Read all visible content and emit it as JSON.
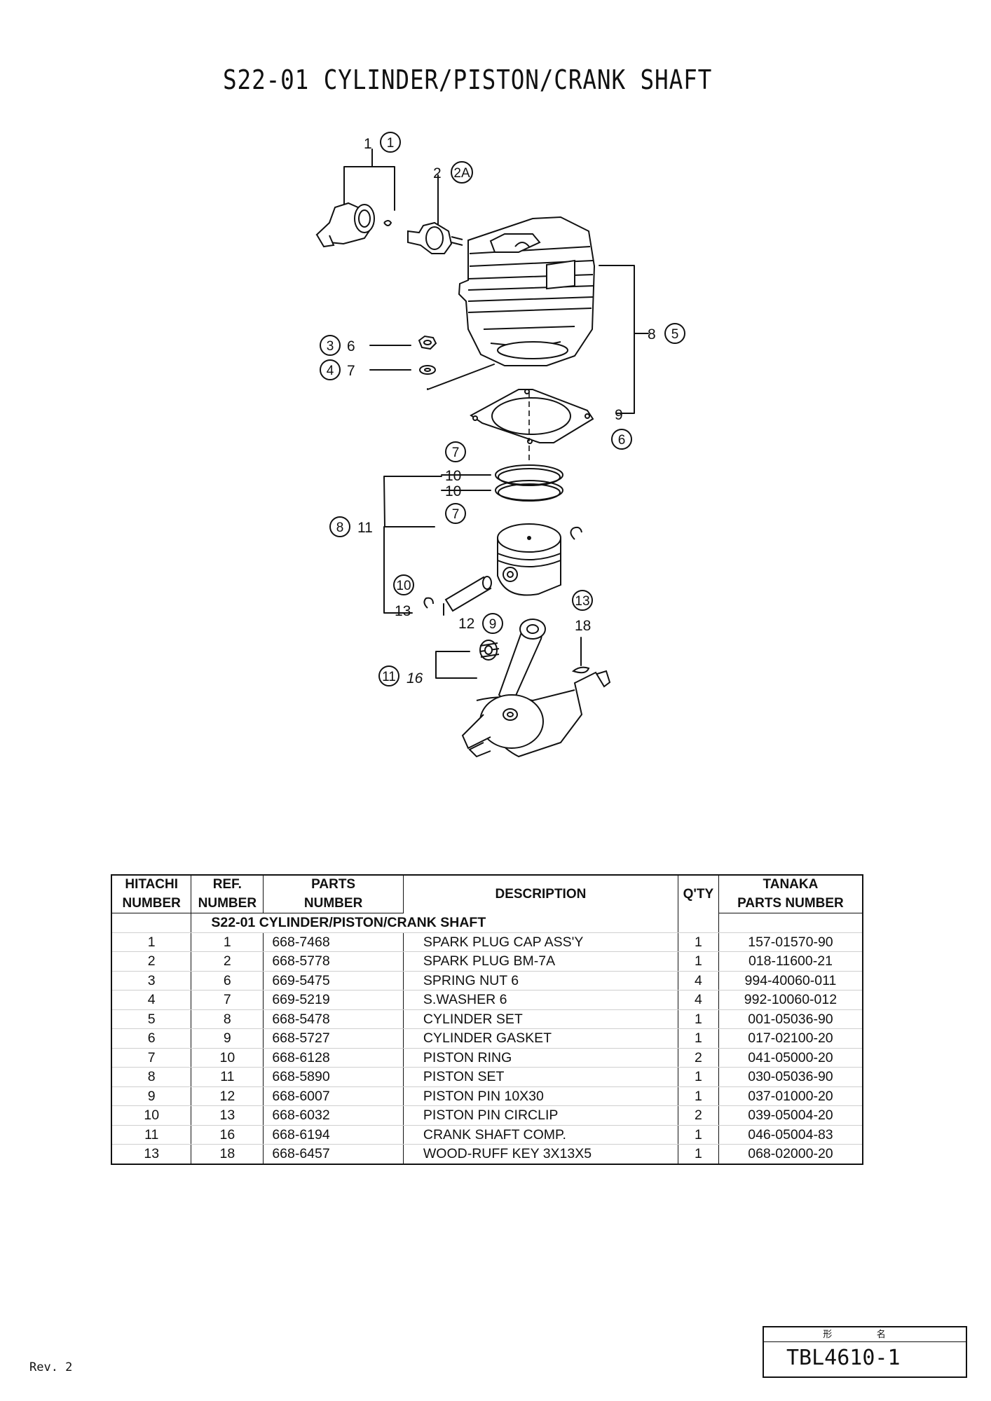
{
  "page": {
    "title": "S22-01 CYLINDER/PISTON/CRANK SHAFT",
    "revision": "Rev. 2",
    "model_header": "形 名",
    "model_value": "TBL4610-1"
  },
  "diagram": {
    "callouts": [
      {
        "num": "1",
        "circle": "1"
      },
      {
        "num": "2",
        "circle": "2A"
      },
      {
        "num": "6",
        "circle": "3"
      },
      {
        "num": "7",
        "circle": "4"
      },
      {
        "num": "8",
        "circle": "5"
      },
      {
        "num": "9",
        "circle": "6"
      },
      {
        "num": "10",
        "circle": "7"
      },
      {
        "num": "10",
        "circle": "7"
      },
      {
        "num": "11",
        "circle": "8"
      },
      {
        "num": "12",
        "circle": "9"
      },
      {
        "num": "13",
        "circle": "10"
      },
      {
        "num": "16",
        "circle": "11"
      },
      {
        "num": "18",
        "circle": "13"
      }
    ]
  },
  "table": {
    "headers": {
      "hitachi_1": "HITACHI",
      "hitachi_2": "NUMBER",
      "ref_1": "REF.",
      "ref_2": "NUMBER",
      "parts_1": "PARTS",
      "parts_2": "NUMBER",
      "description": "DESCRIPTION",
      "qty": "Q'TY",
      "tanaka_1": "TANAKA",
      "tanaka_2": "PARTS NUMBER"
    },
    "section_title": "S22-01  CYLINDER/PISTON/CRANK SHAFT",
    "rows": [
      {
        "hitachi": "1",
        "ref": "1",
        "part": "668-7468",
        "desc": "SPARK PLUG CAP ASS'Y",
        "qty": "1",
        "tanaka": "157-01570-90"
      },
      {
        "hitachi": "2",
        "ref": "2",
        "part": "668-5778",
        "desc": "SPARK PLUG BM-7A",
        "qty": "1",
        "tanaka": "018-11600-21"
      },
      {
        "hitachi": "3",
        "ref": "6",
        "part": "669-5475",
        "desc": "SPRING NUT 6",
        "qty": "4",
        "tanaka": "994-40060-011"
      },
      {
        "hitachi": "4",
        "ref": "7",
        "part": "669-5219",
        "desc": "S.WASHER 6",
        "qty": "4",
        "tanaka": "992-10060-012"
      },
      {
        "hitachi": "5",
        "ref": "8",
        "part": "668-5478",
        "desc": "CYLINDER SET",
        "qty": "1",
        "tanaka": "001-05036-90"
      },
      {
        "hitachi": "6",
        "ref": "9",
        "part": "668-5727",
        "desc": "CYLINDER GASKET",
        "qty": "1",
        "tanaka": "017-02100-20"
      },
      {
        "hitachi": "7",
        "ref": "10",
        "part": "668-6128",
        "desc": "PISTON RING",
        "qty": "2",
        "tanaka": "041-05000-20"
      },
      {
        "hitachi": "8",
        "ref": "11",
        "part": "668-5890",
        "desc": "PISTON SET",
        "qty": "1",
        "tanaka": "030-05036-90"
      },
      {
        "hitachi": "9",
        "ref": "12",
        "part": "668-6007",
        "desc": "PISTON PIN 10X30",
        "qty": "1",
        "tanaka": "037-01000-20"
      },
      {
        "hitachi": "10",
        "ref": "13",
        "part": "668-6032",
        "desc": "PISTON PIN CIRCLIP",
        "qty": "2",
        "tanaka": "039-05004-20"
      },
      {
        "hitachi": "11",
        "ref": "16",
        "part": "668-6194",
        "desc": "CRANK SHAFT COMP.",
        "qty": "1",
        "tanaka": "046-05004-83"
      },
      {
        "hitachi": "13",
        "ref": "18",
        "part": "668-6457",
        "desc": "WOOD-RUFF KEY 3X13X5",
        "qty": "1",
        "tanaka": "068-02000-20"
      }
    ]
  }
}
